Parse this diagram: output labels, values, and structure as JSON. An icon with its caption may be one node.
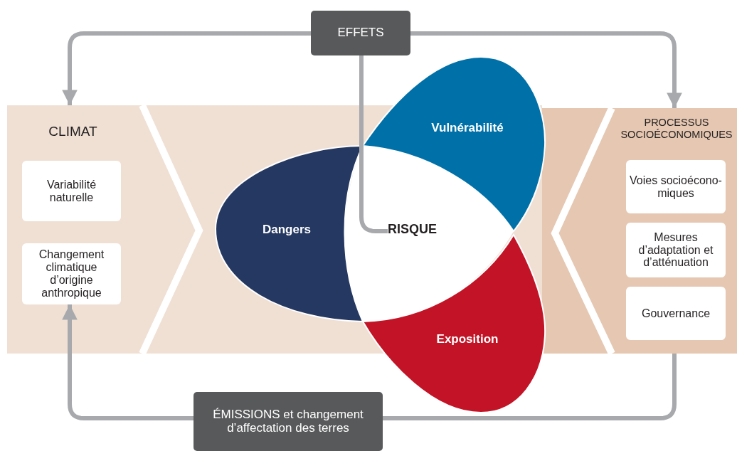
{
  "diagram": {
    "nodes": [
      {
        "text": [
          "CLIMAT"
        ]
      },
      {
        "text": [
          "Variabilité naturelle"
        ],
        "in": 0
      },
      {
        "text": [
          "Changement climatique d’origine anthropique"
        ],
        "in": 0
      },
      {
        "text": [
          "PROCESSUS SOCIOÉCONOMIQUES"
        ]
      },
      {
        "text": [
          "Voies socioécono-miques"
        ],
        "in": 3
      },
      {
        "text": [
          "Mesures d’adaptation et d’atténuation"
        ],
        "in": 3
      },
      {
        "text": [
          "Gouvernance"
        ],
        "in": 3
      },
      {
        "text": [
          "Dangers"
        ]
      },
      {
        "text": [
          "Vulnérabilité"
        ]
      },
      {
        "text": [
          "Exposition"
        ]
      },
      {
        "text": [
          "RISQUE"
        ]
      },
      {
        "text": [
          "EFFETS"
        ]
      },
      {
        "text": [
          "ÉMISSIONS et changement d’affectation des terres"
        ]
      }
    ],
    "edges": [
      {
        "from": 11,
        "to": 0,
        "arrow": "to"
      },
      {
        "from": 11,
        "to": 3,
        "arrow": "to"
      },
      {
        "from": 10,
        "to": 11,
        "arrow": "none"
      },
      {
        "from": 3,
        "to": 12,
        "arrow": "none"
      },
      {
        "from": 12,
        "to": 2,
        "arrow": "to"
      }
    ]
  }
}
